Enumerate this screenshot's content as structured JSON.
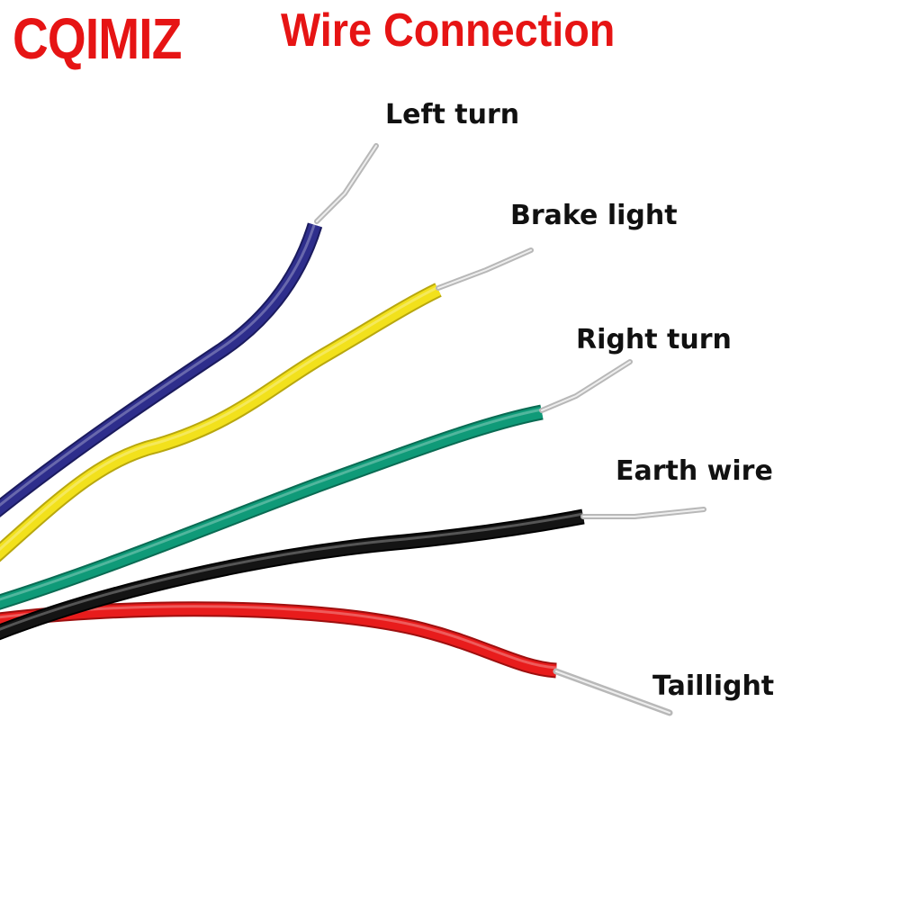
{
  "brand": {
    "text": "CQIMIZ",
    "color": "#e61414"
  },
  "headline": {
    "text": "Wire Connection",
    "color": "#e61414"
  },
  "wires": [
    {
      "id": "left-turn",
      "label": "Left turn",
      "color": "#2e2e8c",
      "edge": "#1b1b5e"
    },
    {
      "id": "brake-light",
      "label": "Brake light",
      "color": "#f2e11c",
      "edge": "#b8a70e"
    },
    {
      "id": "right-turn",
      "label": "Right turn",
      "color": "#0f9a78",
      "edge": "#0a6b53"
    },
    {
      "id": "earth-wire",
      "label": "Earth wire",
      "color": "#141414",
      "edge": "#000000"
    },
    {
      "id": "taillight",
      "label": "Taillight",
      "color": "#e81c1c",
      "edge": "#9e0f0f"
    }
  ],
  "conductor": {
    "color": "#b8b8b8",
    "shine": "#eeeeee"
  }
}
